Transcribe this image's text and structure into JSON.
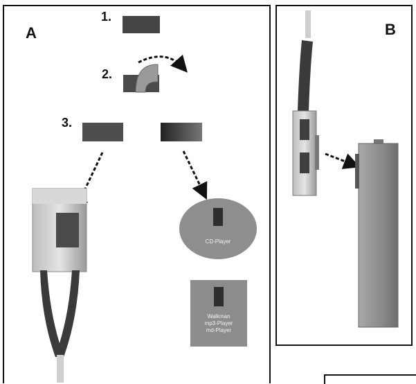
{
  "panel_a": {
    "label": "A",
    "steps": [
      "1.",
      "2.",
      "3."
    ]
  },
  "panel_b": {
    "label": "B"
  },
  "devices": {
    "cd_player_label": "CD-Player",
    "walkman_lines": [
      "Walkman",
      "mp3-Player",
      "md-Player"
    ]
  },
  "colors": {
    "magnet_dark": "#3a3a3a",
    "device_gray": "#8c8c8c",
    "arrow": "#111111",
    "border": "#111111"
  }
}
